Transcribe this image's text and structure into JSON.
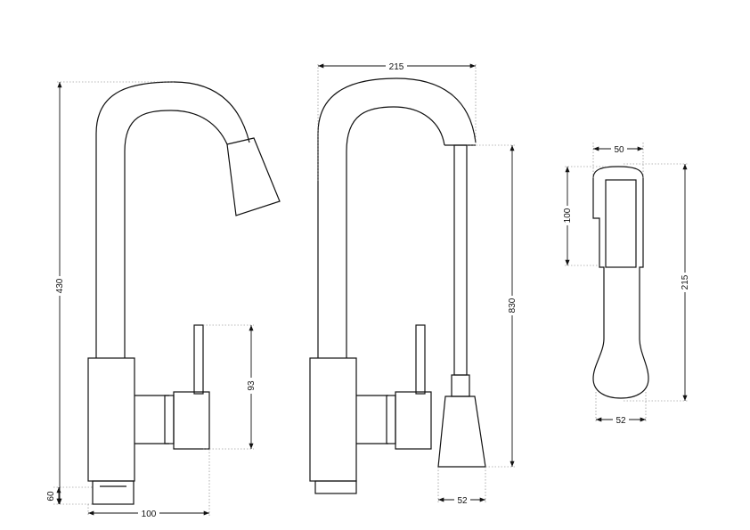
{
  "dimensions": {
    "left_height": "430",
    "left_base_height": "60",
    "left_base_width": "100",
    "left_handle_height": "93",
    "middle_reach": "215",
    "middle_hose_length": "830",
    "middle_head_width": "52",
    "right_top_height": "100",
    "right_top_width": "50",
    "right_total_length": "215",
    "right_bottom_width": "52"
  }
}
